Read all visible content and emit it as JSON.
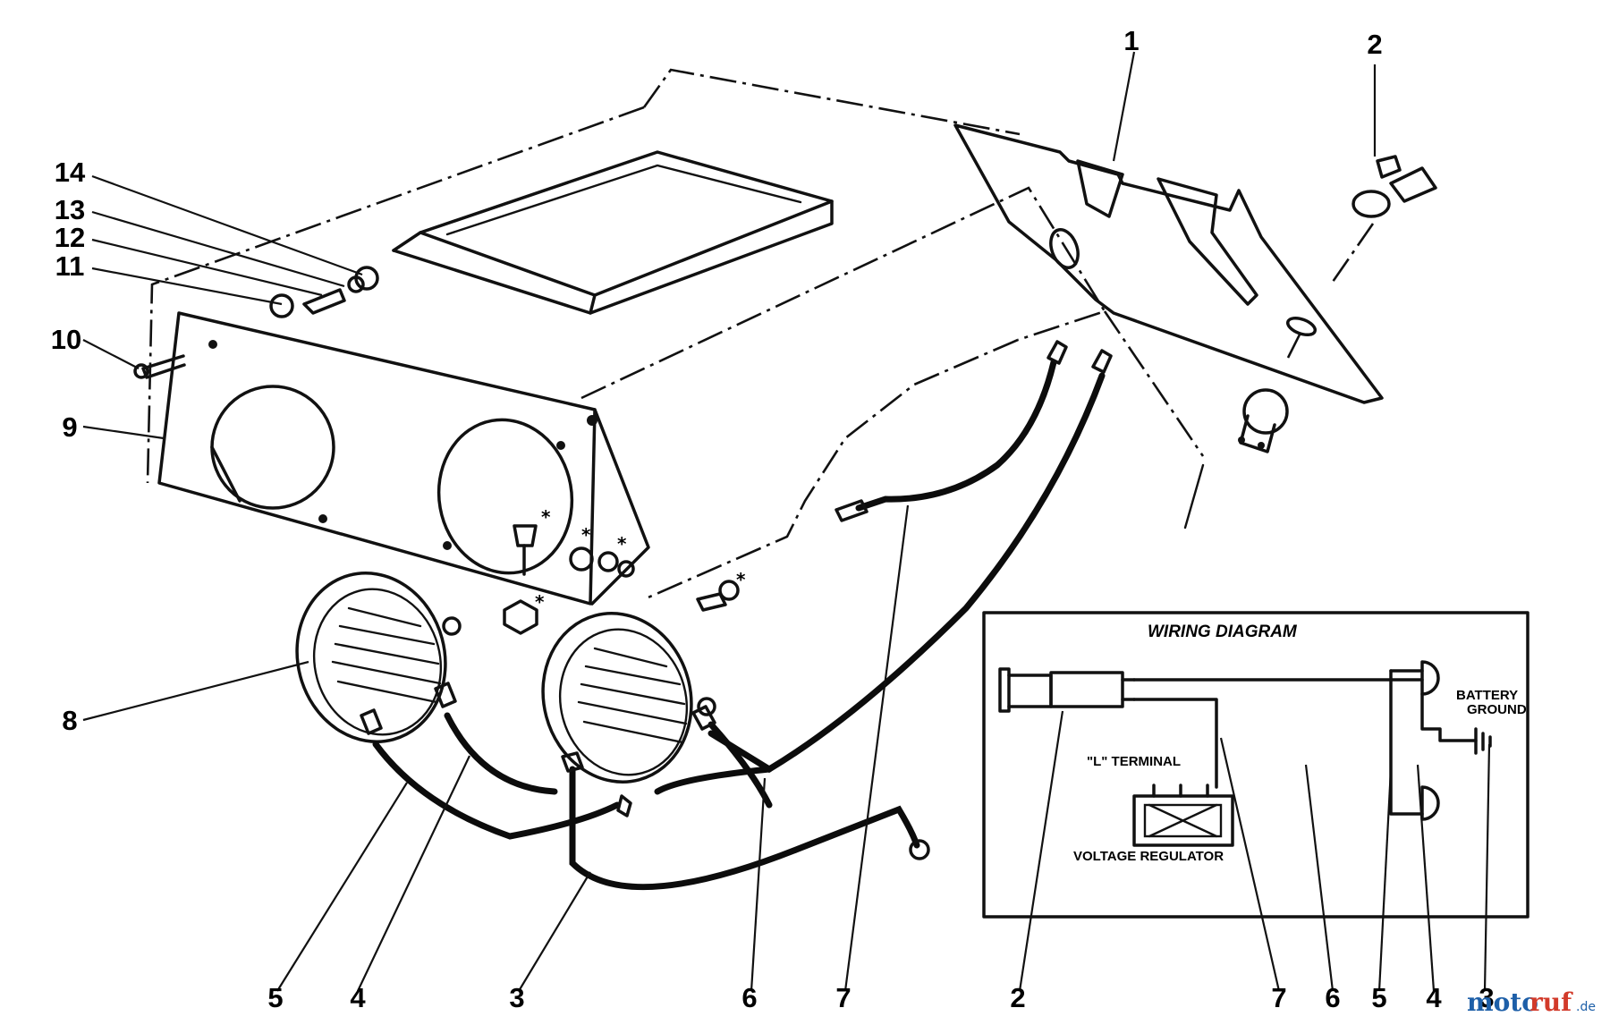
{
  "diagram": {
    "callouts": {
      "c1": "1",
      "c2_top": "2",
      "c3": "3",
      "c4_left": "4",
      "c5_left": "5",
      "c6_left": "6",
      "c7_left": "7",
      "c8": "8",
      "c9": "9",
      "c10": "10",
      "c11": "11",
      "c12": "12",
      "c13": "13",
      "c14": "14",
      "c2_wiring": "2",
      "c7_wiring": "7",
      "c6_wiring": "6",
      "c5_wiring": "5",
      "c4_wiring": "4",
      "c3_wiring": "3"
    },
    "asterisk": "*",
    "wiring": {
      "title": "WIRING DIAGRAM",
      "l_terminal": "\"L\" TERMINAL",
      "voltage_regulator": "VOLTAGE REGULATOR",
      "battery": "BATTERY",
      "ground": "GROUND"
    },
    "watermark": {
      "part1": "moto",
      "part2": "ruf",
      "suffix": ".de"
    },
    "colors": {
      "ink": "#111111",
      "watermark_blue": "#1d5fa8",
      "watermark_red": "#d23a2a"
    }
  }
}
